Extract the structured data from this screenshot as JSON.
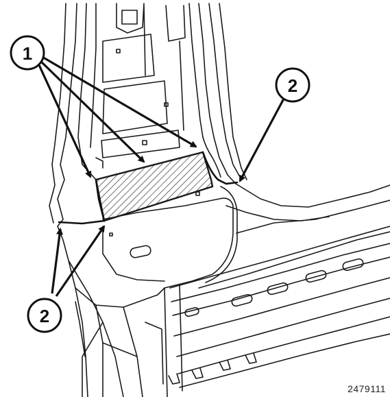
{
  "diagram": {
    "callouts": [
      {
        "id": "callout-1",
        "label": "1"
      },
      {
        "id": "callout-2-top",
        "label": "2"
      },
      {
        "id": "callout-2-bottom",
        "label": "2"
      }
    ],
    "figure_number": "2479111",
    "colors": {
      "line": "#1a1a1a",
      "fill": "#ffffff",
      "hatch": "#333333"
    }
  }
}
